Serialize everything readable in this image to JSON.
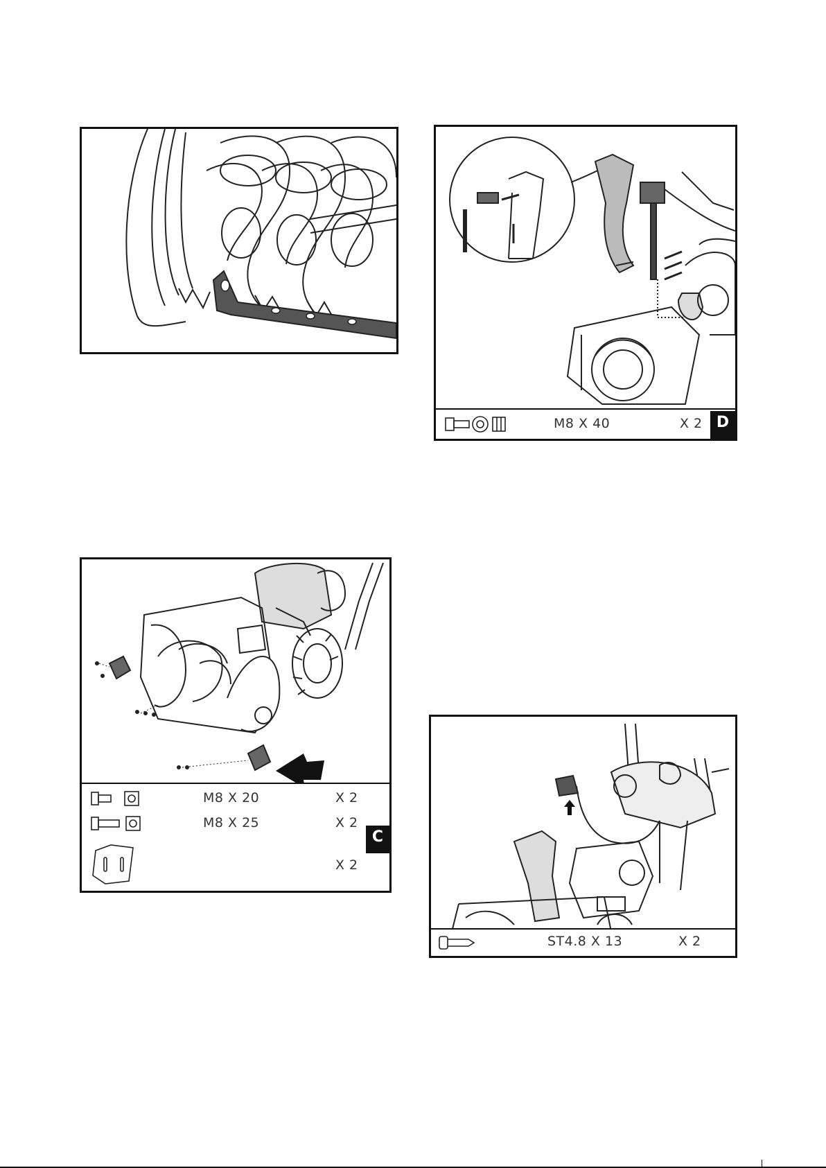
{
  "figures": {
    "auger_closeup": {},
    "step_d": {
      "badge": "D",
      "parts": [
        {
          "spec": "M8 X 40",
          "qty": "X 2",
          "icon": "bolt-washer-nut-icon"
        }
      ]
    },
    "step_c": {
      "badge": "C",
      "parts": [
        {
          "spec": "M8 X 20",
          "qty": "X 2",
          "icon": "bolt-nut-icon"
        },
        {
          "spec": "M8 X 25",
          "qty": "X 2",
          "icon": "long-bolt-nut-icon"
        },
        {
          "spec": "",
          "qty": "X 2",
          "icon": "skid-shoe-icon"
        }
      ]
    },
    "step_e": {
      "parts": [
        {
          "spec": "ST4.8 X 13",
          "qty": "X 2",
          "icon": "self-tapping-screw-icon"
        }
      ]
    }
  }
}
